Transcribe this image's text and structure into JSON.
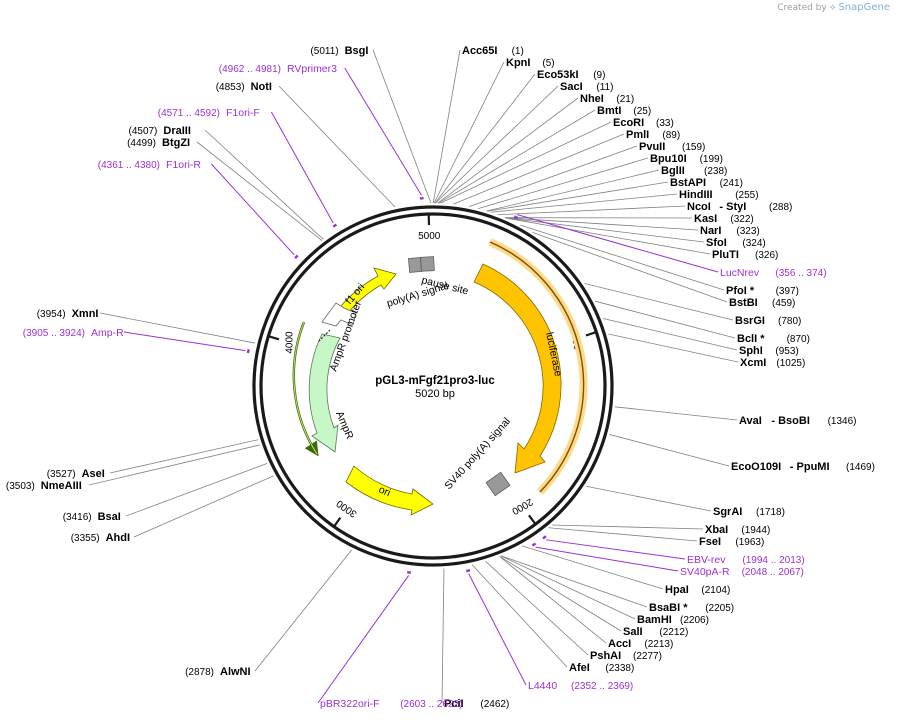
{
  "credit": {
    "prefix": "Created by",
    "brand": "SnapGene"
  },
  "plasmid": {
    "name": "pGL3-mFgf21pro3-luc",
    "size_label": "5020 bp",
    "length": 5020
  },
  "ticks": [
    "1000",
    "2000",
    "3000",
    "4000",
    "5000"
  ],
  "enzymes": [
    {
      "name": "BsgI",
      "pos": "(5011)"
    },
    {
      "name": "Acc65I",
      "pos": "(1)"
    },
    {
      "name": "KpnI",
      "pos": "(5)"
    },
    {
      "name": "Eco53kI",
      "pos": "(9)"
    },
    {
      "name": "SacI",
      "pos": "(11)"
    },
    {
      "name": "NheI",
      "pos": "(21)"
    },
    {
      "name": "BmtI",
      "pos": "(25)"
    },
    {
      "name": "EcoRI",
      "pos": "(33)"
    },
    {
      "name": "PmlI",
      "pos": "(89)"
    },
    {
      "name": "PvuII",
      "pos": "(159)"
    },
    {
      "name": "Bpu10I",
      "pos": "(199)"
    },
    {
      "name": "BglII",
      "pos": "(238)"
    },
    {
      "name": "BstAPI",
      "pos": "(241)"
    },
    {
      "name": "HindIII",
      "pos": "(255)"
    },
    {
      "name": "NcoI",
      "sep": "- StyI",
      "pos": "(288)"
    },
    {
      "name": "KasI",
      "pos": "(322)"
    },
    {
      "name": "NarI",
      "pos": "(323)"
    },
    {
      "name": "SfoI",
      "pos": "(324)"
    },
    {
      "name": "PluTI",
      "pos": "(326)"
    },
    {
      "name": "PfoI *",
      "pos": "(397)"
    },
    {
      "name": "BstBI",
      "pos": "(459)"
    },
    {
      "name": "BsrGI",
      "pos": "(780)"
    },
    {
      "name": "BclI *",
      "pos": "(870)"
    },
    {
      "name": "SphI",
      "pos": "(953)"
    },
    {
      "name": "XcmI",
      "pos": "(1025)"
    },
    {
      "name": "AvaI",
      "sep": "- BsoBI",
      "pos": "(1346)"
    },
    {
      "name": "EcoO109I",
      "sep": "- PpuMI",
      "pos": "(1469)"
    },
    {
      "name": "SgrAI",
      "pos": "(1718)"
    },
    {
      "name": "XbaI",
      "pos": "(1944)"
    },
    {
      "name": "FseI",
      "pos": "(1963)"
    },
    {
      "name": "HpaI",
      "pos": "(2104)"
    },
    {
      "name": "BsaBI *",
      "pos": "(2205)"
    },
    {
      "name": "BamHI",
      "pos": "(2206)"
    },
    {
      "name": "SalI",
      "pos": "(2212)"
    },
    {
      "name": "AccI",
      "pos": "(2213)"
    },
    {
      "name": "PshAI",
      "pos": "(2277)"
    },
    {
      "name": "AfeI",
      "pos": "(2338)"
    },
    {
      "name": "PciI",
      "pos": "(2462)"
    },
    {
      "name": "AlwNI",
      "pos": "(2878)"
    },
    {
      "name": "AhdI",
      "pos": "(3355)"
    },
    {
      "name": "BsaI",
      "pos": "(3416)"
    },
    {
      "name": "NmeAIII",
      "pos": "(3503)"
    },
    {
      "name": "AseI",
      "pos": "(3527)"
    },
    {
      "name": "XmnI",
      "pos": "(3954)"
    },
    {
      "name": "BtgZI",
      "pos": "(4499)"
    },
    {
      "name": "DraIII",
      "pos": "(4507)"
    },
    {
      "name": "NotI",
      "pos": "(4853)"
    }
  ],
  "primers": [
    {
      "name": "RVprimer3",
      "range": "(4962 .. 4981)"
    },
    {
      "name": "F1ori-F",
      "range": "(4571 .. 4592)"
    },
    {
      "name": "F1ori-R",
      "range": "(4361 .. 4380)"
    },
    {
      "name": "LucNrev",
      "range": "(356 .. 374)"
    },
    {
      "name": "EBV-rev",
      "range": "(1994 .. 2013)"
    },
    {
      "name": "SV40pA-R",
      "range": "(2048 .. 2067)"
    },
    {
      "name": "L4440",
      "range": "(2352 .. 2369)"
    },
    {
      "name": "pBR322ori-F",
      "range": "(2603 .. 2622)"
    },
    {
      "name": "Amp-R",
      "range": "(3905 .. 3924)"
    }
  ],
  "features": [
    {
      "name": "luciferase",
      "color": "#ffc400"
    },
    {
      "name": "f1 ori",
      "color": "#ffff00"
    },
    {
      "name": "ori",
      "color": "#ffff00"
    },
    {
      "name": "AmpR",
      "color": "#c7f7c7"
    },
    {
      "name": "AmpR promoter",
      "color": "#ffffff"
    },
    {
      "name": "pause site",
      "color": "#999999"
    },
    {
      "name": "poly(A) signal",
      "color": "#999999"
    },
    {
      "name": "SV40 poly(A) signal",
      "color": "#999999"
    }
  ],
  "colors": {
    "primer": "#9b30d9",
    "leader": "#808080",
    "backbone": "#1a1a1a"
  }
}
